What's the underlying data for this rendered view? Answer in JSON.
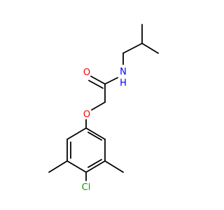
{
  "molecule": {
    "atoms": {
      "oxygen_carbonyl": "O",
      "nitrogen_amide": "N",
      "hydrogen_amide": "H",
      "oxygen_ether": "O",
      "chlorine": "Cl"
    },
    "colors": {
      "bond": "#000000",
      "oxygen": "#ff0000",
      "nitrogen": "#0000ff",
      "chlorine": "#00a000"
    }
  }
}
